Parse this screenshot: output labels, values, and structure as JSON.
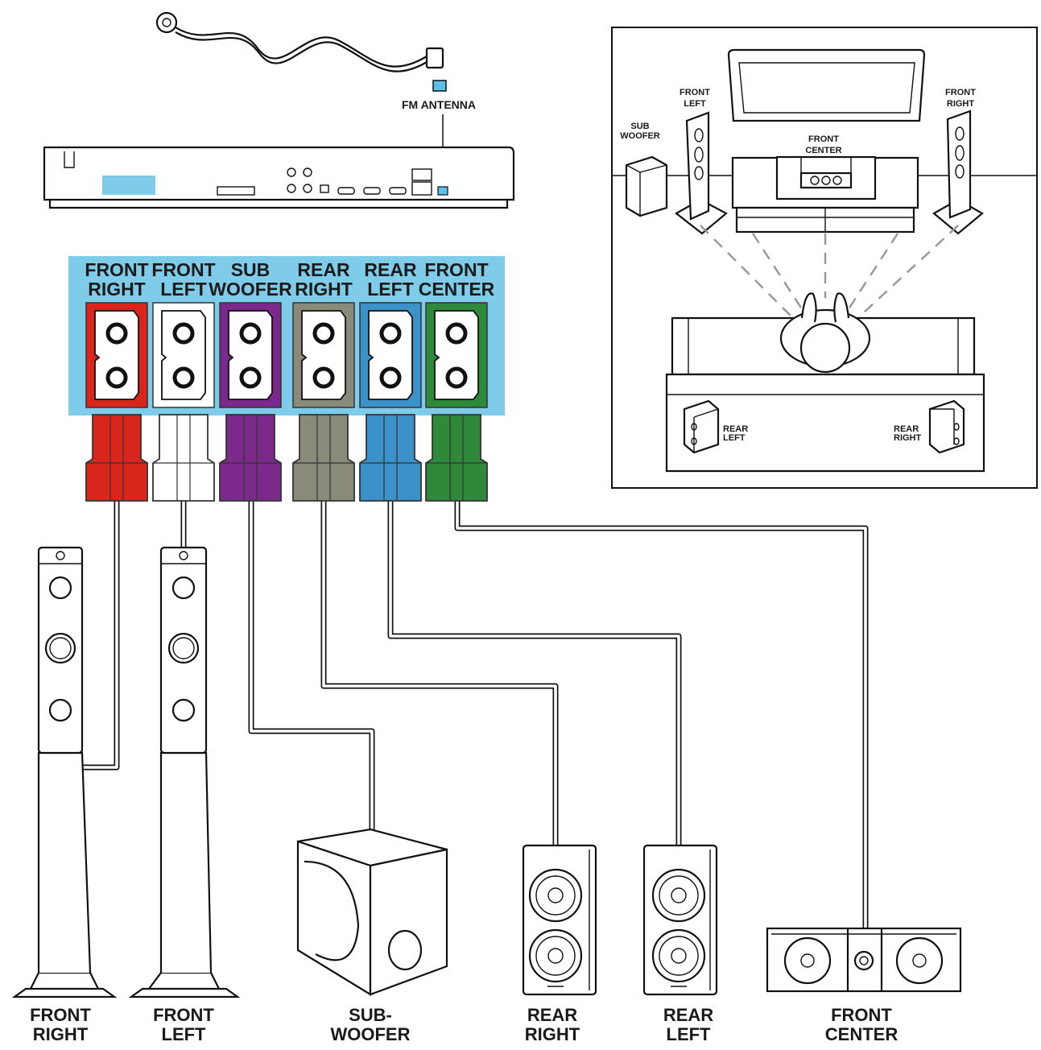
{
  "antenna": {
    "label": "FM ANTENNA",
    "accent": "#5bc0e8"
  },
  "panel": {
    "color": "#7ecbea"
  },
  "jacks": [
    {
      "line1": "FRONT",
      "line2": "RIGHT",
      "color": "#d9261c"
    },
    {
      "line1": "FRONT",
      "line2": "LEFT",
      "color": "#ffffff"
    },
    {
      "line1": "SUB",
      "line2": "WOOFER",
      "color": "#7b2a8c"
    },
    {
      "line1": "REAR",
      "line2": "RIGHT",
      "color": "#8a8a7a"
    },
    {
      "line1": "REAR",
      "line2": "LEFT",
      "color": "#3a92c8"
    },
    {
      "line1": "FRONT",
      "line2": "CENTER",
      "color": "#2e8a3a"
    }
  ],
  "speakers": [
    {
      "line1": "FRONT",
      "line2": "RIGHT"
    },
    {
      "line1": "FRONT",
      "line2": "LEFT"
    },
    {
      "line1": "SUB-",
      "line2": "WOOFER"
    },
    {
      "line1": "REAR",
      "line2": "RIGHT"
    },
    {
      "line1": "REAR",
      "line2": "LEFT"
    },
    {
      "line1": "FRONT",
      "line2": "CENTER"
    }
  ],
  "room": {
    "front_left": [
      "FRONT",
      "LEFT"
    ],
    "front_right": [
      "FRONT",
      "RIGHT"
    ],
    "subwoofer": [
      "SUB",
      "WOOFER"
    ],
    "front_center": [
      "FRONT",
      "CENTER"
    ],
    "rear_left": [
      "REAR",
      "LEFT"
    ],
    "rear_right": [
      "REAR",
      "RIGHT"
    ]
  }
}
